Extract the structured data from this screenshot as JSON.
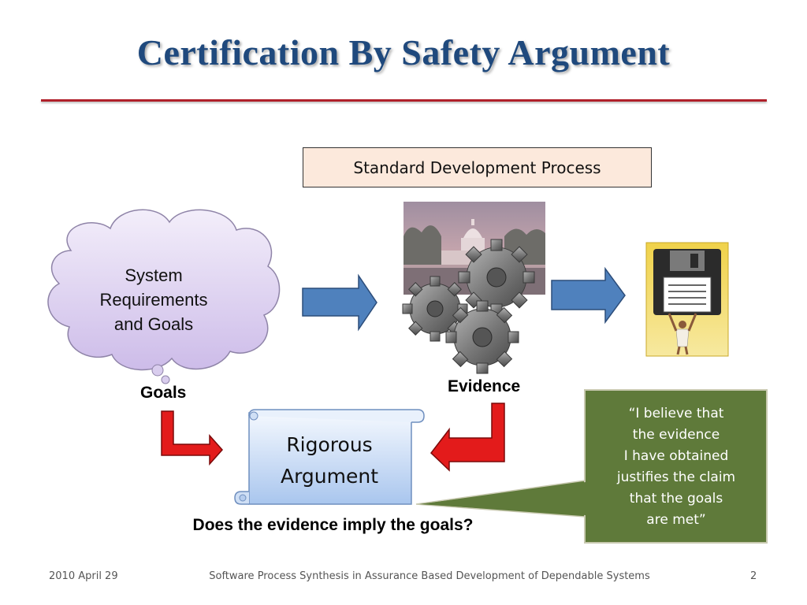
{
  "slide": {
    "title": "Certification By Safety Argument",
    "process_label": "Standard Development Process",
    "cloud_lines": [
      "System",
      "Requirements",
      "and Goals"
    ],
    "goals_label": "Goals",
    "evidence_label": "Evidence",
    "scroll_lines": [
      "Rigorous",
      "Argument"
    ],
    "question": "Does the evidence imply the goals?",
    "quote_lines": [
      "“I believe that",
      "the evidence",
      "I have obtained",
      "justifies the claim",
      "that the goals",
      "are met”"
    ]
  },
  "footer": {
    "date": "2010 April 29",
    "center": "Software Process Synthesis in Assurance Based Development of Dependable Systems",
    "page": "2"
  },
  "colors": {
    "title": "#1f497d",
    "rule": "#b0202a",
    "blue_arrow": "#4f81bd",
    "red_arrow": "#e31b1b",
    "callout": "#5f7a3a",
    "cloud": "#e6dcf3",
    "scroll": "#cfe0f7"
  },
  "icons": [
    "capitol-photo",
    "gears-icon",
    "floppy-disk-icon"
  ]
}
